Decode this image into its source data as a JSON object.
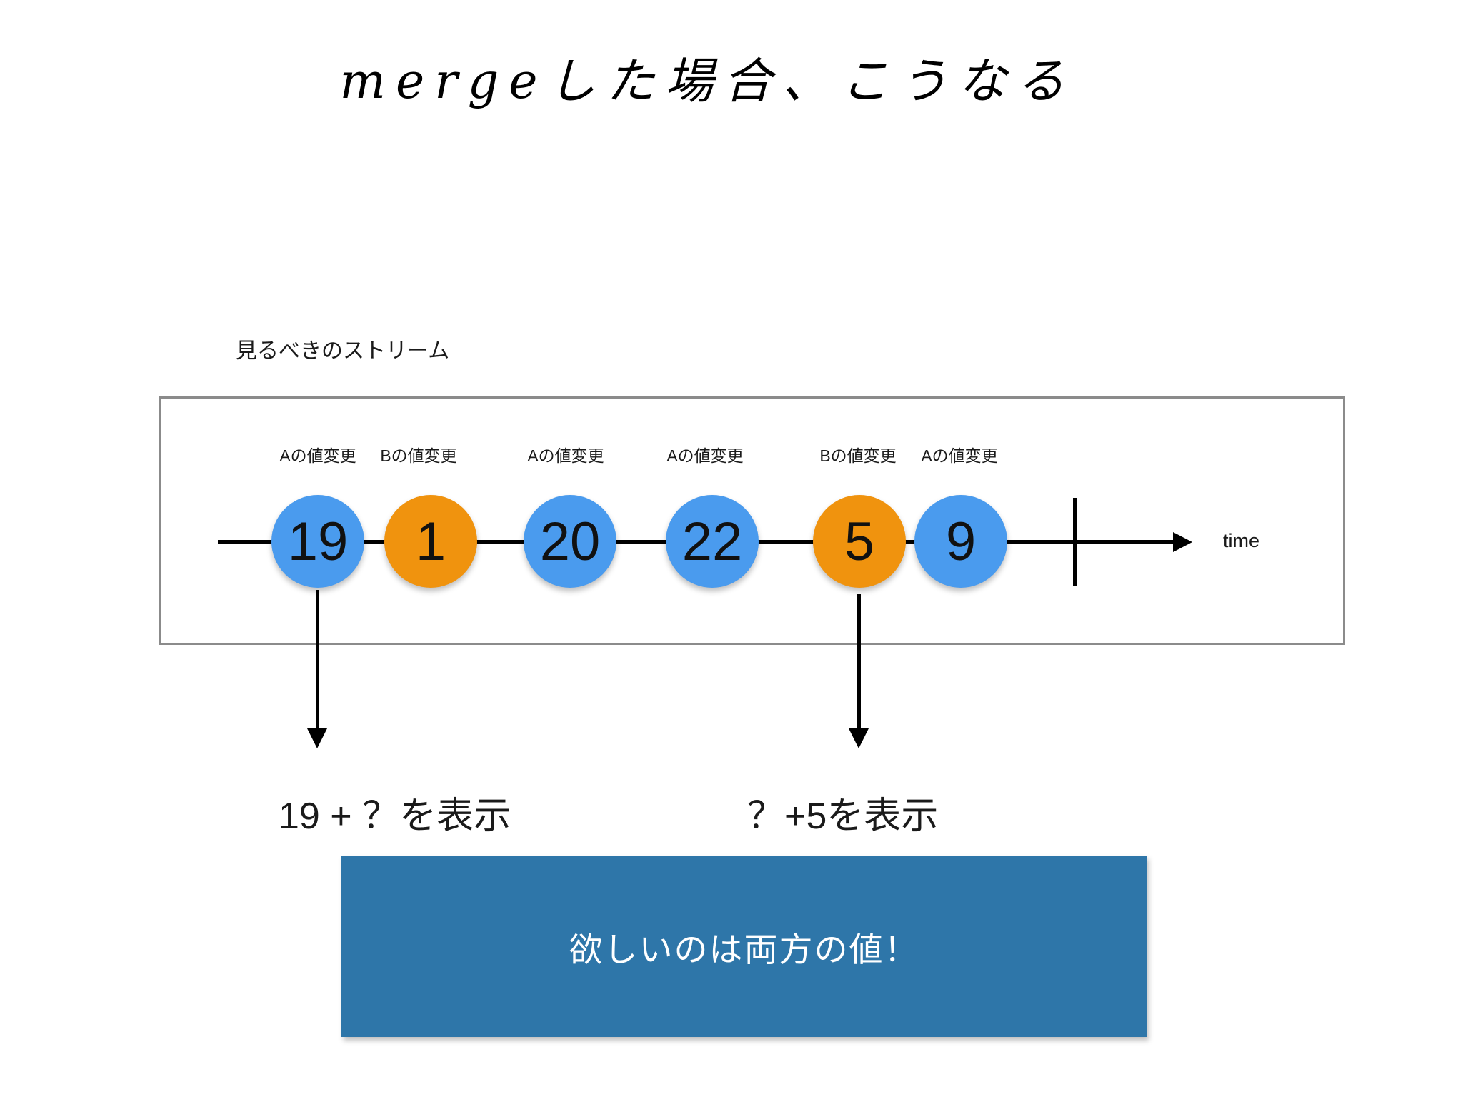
{
  "title": "mergeした場合、こうなる",
  "stream_label": "見るべきのストリーム",
  "timeline": {
    "time_label": "time",
    "events": [
      {
        "label": "Aの値変更",
        "value": "19",
        "color": "blue"
      },
      {
        "label": "Bの値変更",
        "value": "1",
        "color": "orange"
      },
      {
        "label": "Aの値変更",
        "value": "20",
        "color": "blue"
      },
      {
        "label": "Aの値変更",
        "value": "22",
        "color": "blue"
      },
      {
        "label": "Bの値変更",
        "value": "5",
        "color": "orange"
      },
      {
        "label": "Aの値変更",
        "value": "9",
        "color": "blue"
      }
    ]
  },
  "annotations": {
    "left_formula": "19 + ？を表示",
    "right_formula": "？+5を表示"
  },
  "callout": {
    "text": "欲しいのは両方の値！",
    "bg_color": "#2e76a9",
    "text_color": "#ffffff"
  },
  "colors": {
    "marble_blue": "#4a9bee",
    "marble_orange": "#f0930e",
    "box_border": "#8b8b8b",
    "ink": "#000000"
  }
}
